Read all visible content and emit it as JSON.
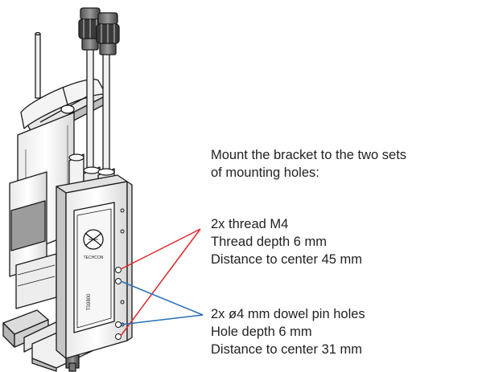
{
  "intro": {
    "line1": "Mount the bracket to the two sets",
    "line2": "of mounting holes:"
  },
  "thread_spec": {
    "line1": "2x thread M4",
    "line2": "Thread depth 6 mm",
    "line3": "Distance to center 45 mm"
  },
  "dowel_spec": {
    "line1": "2x ø4 mm dowel pin holes",
    "line2": "Hole depth 6 mm",
    "line3": "Distance to center 31 mm"
  },
  "device": {
    "brand_label": "TECHCON",
    "model_label": "TS9800"
  },
  "colors": {
    "thread_leader": "#e0282c",
    "dowel_leader": "#2a70b8",
    "outline": "#1a1a1a"
  }
}
